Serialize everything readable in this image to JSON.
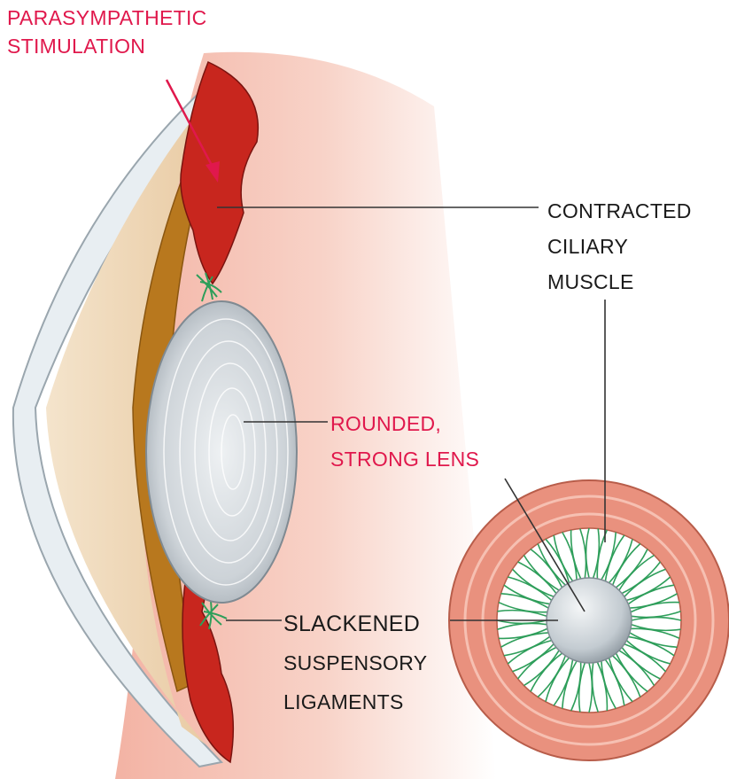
{
  "labels": {
    "stimulation_line1": "PARASYMPATHETIC",
    "stimulation_line2": "STIMULATION",
    "muscle_line1": "CONTRACTED",
    "muscle_line2": "CILIARY",
    "muscle_line3": "MUSCLE",
    "lens_line1": "ROUNDED,",
    "lens_line2": "STRONG LENS",
    "ligament_line1": "SLACKENED",
    "ligament_line2": "SUSPENSORY",
    "ligament_line3": "LIGAMENTS"
  },
  "colors": {
    "label_accent": "#e0184c",
    "label_dark": "#1a1a1a",
    "ciliary_muscle": "#c8261e",
    "ligament": "#2e9e5a",
    "lens": "#c9d0d6",
    "iris": "#b8781e",
    "eyeball_interior": "#f6c9bc"
  }
}
